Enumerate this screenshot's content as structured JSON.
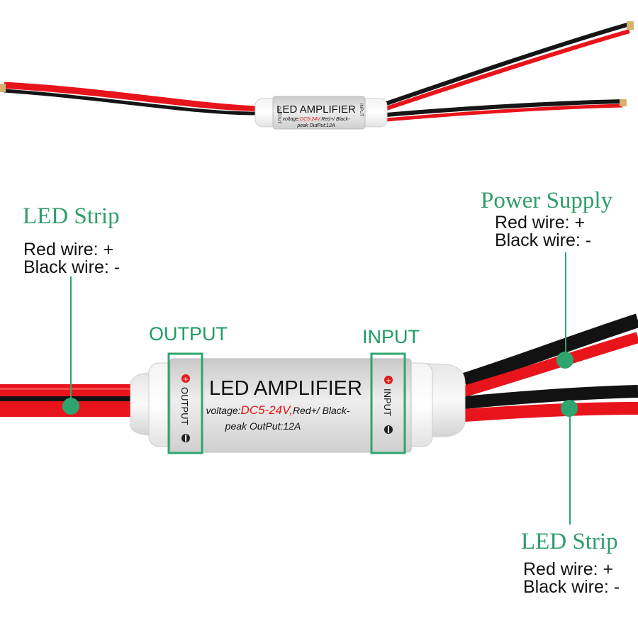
{
  "device": {
    "title": "LED AMPLIFIER",
    "voltage_prefix": "voltage:",
    "voltage_value": "DC5-24V,",
    "voltage_suffix": "Red+/ Black-",
    "peak": "peak OutPut:12A",
    "output_tag": "OUTPUT",
    "input_tag": "INPUT"
  },
  "callouts": {
    "left_strip": {
      "title": "LED Strip",
      "red": "Red wire: +",
      "black": "Black wire: -"
    },
    "power": {
      "title": "Power Supply",
      "red": "Red wire: +",
      "black": "Black wire: -"
    },
    "right_strip": {
      "title": "LED Strip",
      "red": "Red wire: +",
      "black": "Black wire: -"
    }
  },
  "labels": {
    "output": "OUTPUT",
    "input": "INPUT"
  },
  "colors": {
    "accent_green": "#2ea56e",
    "wire_red": "#e8141c",
    "wire_black": "#121212",
    "voltage_red": "#e41a1a"
  }
}
